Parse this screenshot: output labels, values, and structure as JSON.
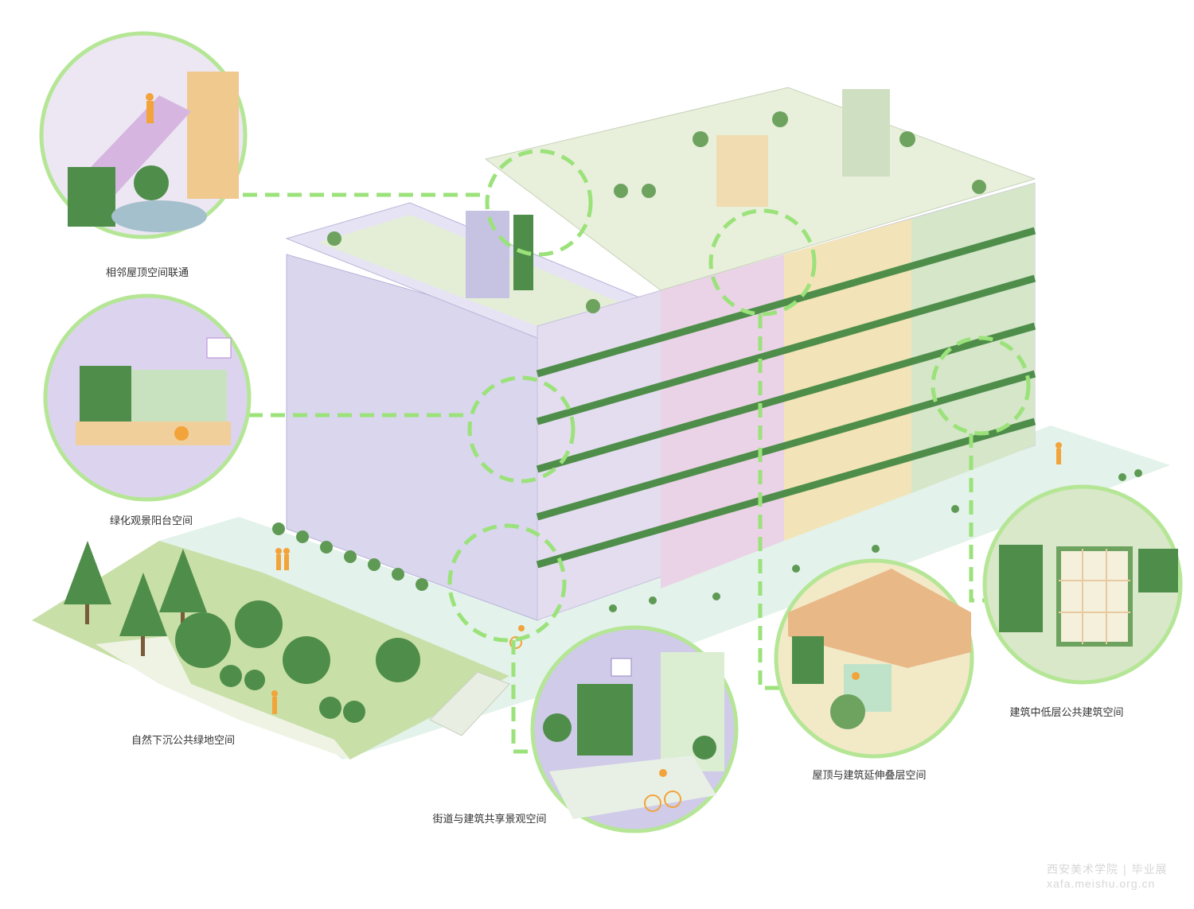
{
  "labels": {
    "roof_connection": "相邻屋顶空间联通",
    "green_balcony": "绿化观景阳台空间",
    "sunken_green": "自然下沉公共绿地空间",
    "street_shared": "街道与建筑共享景观空间",
    "roof_layered": "屋顶与建筑延伸叠层空间",
    "lower_public": "建筑中低层公共建筑空间"
  },
  "watermark": {
    "school": "西安美术学院 | 毕业展",
    "url": "xafa.meishu.org.cn"
  },
  "colors": {
    "accent_green": "#a6e07a",
    "dash_green": "#8ee06a",
    "facade_lavender": "#d9d6ee",
    "facade_yellow": "#f2e4b8",
    "facade_pink": "#ead3e6",
    "facade_green": "#cfe2c2",
    "vegetation": "#4f8e4a",
    "figure_orange": "#f2a33a"
  }
}
